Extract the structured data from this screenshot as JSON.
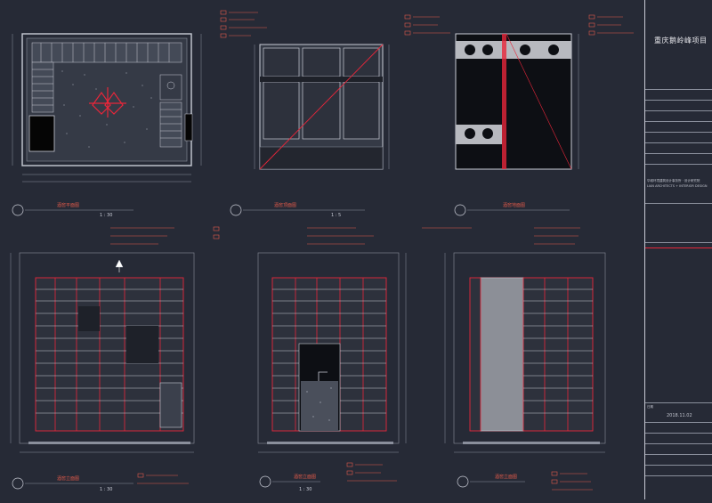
{
  "title_block": {
    "project_title": "重庆鹅岭峰项目",
    "company_line": "华城环境建筑设计事务所 · 设计研究院",
    "company_en": "LIAN ARCHITECTS + INTERIOR DESIGN",
    "date_label": "日期",
    "date": "2018.11.02"
  },
  "drawing_titles": [
    "酒窖平面图",
    "酒窖顶面图",
    "酒窖地面图",
    "酒窖立面图",
    "酒窖立面图",
    "酒窖立面图"
  ],
  "scales": [
    "1 : 30",
    "1 : 5",
    "1 : 30",
    "1 : 30"
  ],
  "colors": {
    "background": "#262a36",
    "linework": "#c9ccd6",
    "accent_red": "#e8263a",
    "tag_red": "#e25a4a"
  },
  "icons": [
    "section-marker-icon",
    "north-arrow-icon"
  ]
}
